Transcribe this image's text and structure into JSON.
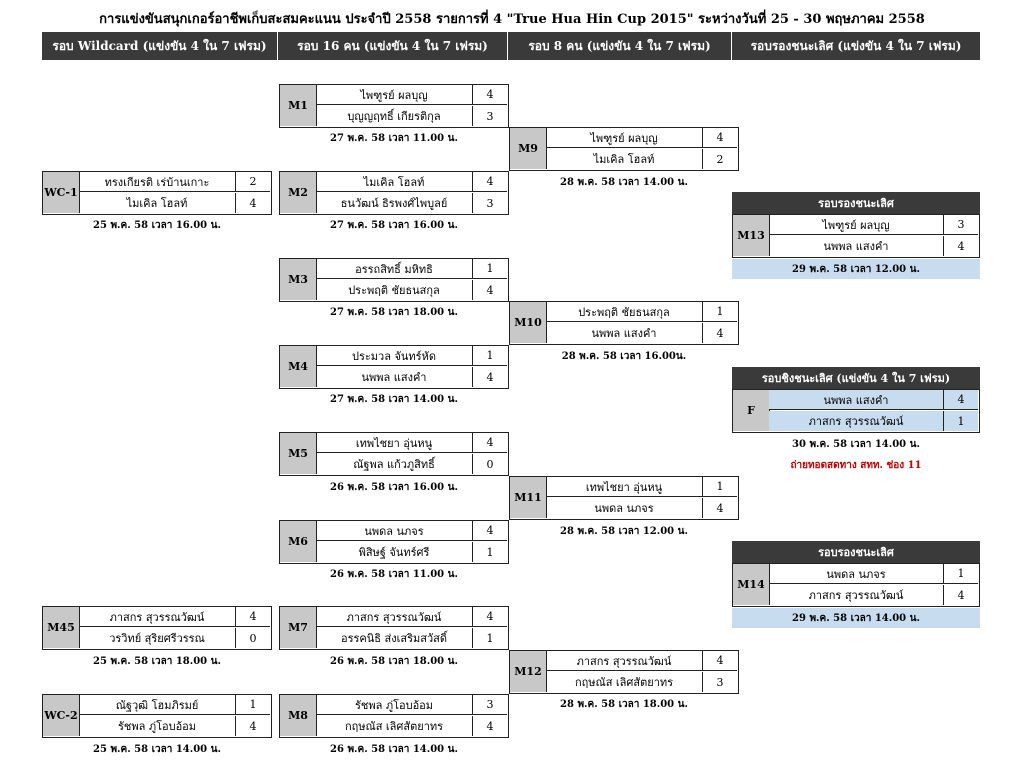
{
  "title": "การแข่งขันสนุกเกอร์อาชีพเก็บสะสมคะแนน ประจำปี 2558 รายการที่ 4 \"True Hua Hin Cup 2015\" ระหว่างวันที่ 25 - 30 พฤษภาคม 2558",
  "headers": [
    "รอบ Wildcard  (แข่งขัน 4 ใน 7 เฟรม)",
    "รอบ 16 คน  (แข่งขัน 4 ใน 7 เฟรม)",
    "รอบ 8 คน  (แข่งขัน 4 ใน 7 เฟรม)",
    "รอบรองชนะเลิศ (แข่งขัน 4 ใน 7 เฟรม)"
  ],
  "matches": {
    "M1": {
      "label": "M1",
      "p1": "ไพฑูรย์ ผลบุญ",
      "s1": "4",
      "p2": "บุญญฤทธิ์  เกียรติกุล",
      "s2": "3",
      "date": "27 พ.ค. 58 เวลา 11.00 น."
    },
    "M9": {
      "label": "M9",
      "p1": "ไพฑูรย์ ผลบุญ",
      "s1": "4",
      "p2": "ไมเคิล โฮลท์",
      "s2": "2",
      "date": "28 พ.ค. 58 เวลา 14.00 น."
    },
    "WC1": {
      "label": "WC-1",
      "p1": "ทรงเกียรติ เร่บ้านเกาะ",
      "s1": "2",
      "p2": "ไมเคิล โฮลท์",
      "s2": "4",
      "date": "25 พ.ค. 58 เวลา 16.00 น."
    },
    "M2": {
      "label": "M2",
      "p1": "ไมเคิล โฮลท์",
      "s1": "4",
      "p2": "ธนวัฒน์  ธิรพงศ์ไพบูลย์",
      "s2": "3",
      "date": "27 พ.ค. 58 เวลา 16.00 น."
    },
    "M3": {
      "label": "M3",
      "p1": "อรรถสิทธิ์  มหิทธิ",
      "s1": "1",
      "p2": "ประพฤติ  ชัยธนสกุล",
      "s2": "4",
      "date": "27 พ.ค. 58 เวลา 18.00 น."
    },
    "M10": {
      "label": "M10",
      "p1": "ประพฤติ  ชัยธนสกุล",
      "s1": "1",
      "p2": "นพพล  แสงคำ",
      "s2": "4",
      "date": "28 พ.ค. 58 เวลา 16.00น."
    },
    "M4": {
      "label": "M4",
      "p1": "ประมวล  จันทร์หัด",
      "s1": "1",
      "p2": "นพพล  แสงคำ",
      "s2": "4",
      "date": "27 พ.ค. 58 เวลา 14.00 น."
    },
    "M5": {
      "label": "M5",
      "p1": "เทพไชยา  อุ่นหนู",
      "s1": "4",
      "p2": "ณัฐพล  แก้วภูสิทธิ์",
      "s2": "0",
      "date": "26 พ.ค. 58 เวลา 16.00 น."
    },
    "M11": {
      "label": "M11",
      "p1": "เทพไชยา  อุ่นหนู",
      "s1": "1",
      "p2": "นพดล  นภจร",
      "s2": "4",
      "date": "28 พ.ค. 58 เวลา 12.00 น."
    },
    "M6": {
      "label": "M6",
      "p1": "นพดล  นภจร",
      "s1": "4",
      "p2": "พิสิษฐ์  จันทร์ศรี",
      "s2": "1",
      "date": "26 พ.ค. 58 เวลา 11.00 น."
    },
    "M45": {
      "label": "M45",
      "p1": "ภาสกร  สุวรรณวัฒน์",
      "s1": "4",
      "p2": "วรวิทย์  สุริยศรีวรรณ",
      "s2": "0",
      "date": "25 พ.ค. 58 เวลา 18.00 น."
    },
    "M7": {
      "label": "M7",
      "p1": "ภาสกร  สุวรรณวัฒน์",
      "s1": "4",
      "p2": "อรรคนิธิ  ส่งเสริมสวัสดิ์",
      "s2": "1",
      "date": "26 พ.ค. 58 เวลา 18.00 น."
    },
    "M12": {
      "label": "M12",
      "p1": "ภาสกร  สุวรรณวัฒน์",
      "s1": "4",
      "p2": "กฤษณัส  เลิศสัตยาทร",
      "s2": "3",
      "date": "28 พ.ค. 58 เวลา 18.00 น."
    },
    "WC2": {
      "label": "WC-2",
      "p1": "ณัฐวุฒิ  โฮมภิรมย์",
      "s1": "1",
      "p2": "รัชพล ภู่โอบอ้อม",
      "s2": "4",
      "date": "25 พ.ค. 58 เวลา 14.00 น."
    },
    "M8": {
      "label": "M8",
      "p1": "รัชพล ภู่โอบอ้อม",
      "s1": "3",
      "p2": "กฤษณัส  เลิศสัตยาทร",
      "s2": "4",
      "date": "26 พ.ค. 58 เวลา 14.00 น."
    },
    "M13": {
      "label": "M13",
      "head": "รอบรองชนะเลิศ",
      "p1": "ไพฑูรย์ ผลบุญ",
      "s1": "3",
      "p2": "นพพล  แสงคำ",
      "s2": "4",
      "date": "29 พ.ค. 58 เวลา 12.00 น."
    },
    "F": {
      "label": "F",
      "head": "รอบชิงชนะเลิศ (แข่งขัน 4 ใน 7 เฟรม)",
      "p1": "นพพล  แสงคำ",
      "s1": "4",
      "p2": "ภาสกร  สุวรรณวัฒน์",
      "s2": "1",
      "date": "30 พ.ค. 58 เวลา 14.00 น.",
      "broadcast": "ถ่ายทอดสดทาง สทท. ช่อง 11"
    },
    "M14": {
      "label": "M14",
      "head": "รอบรองชนะเลิศ",
      "p1": "นพดล  นภจร",
      "s1": "1",
      "p2": "ภาสกร  สุวรรณวัฒน์",
      "s2": "4",
      "date": "29 พ.ค. 58 เวลา 14.00 น."
    }
  }
}
